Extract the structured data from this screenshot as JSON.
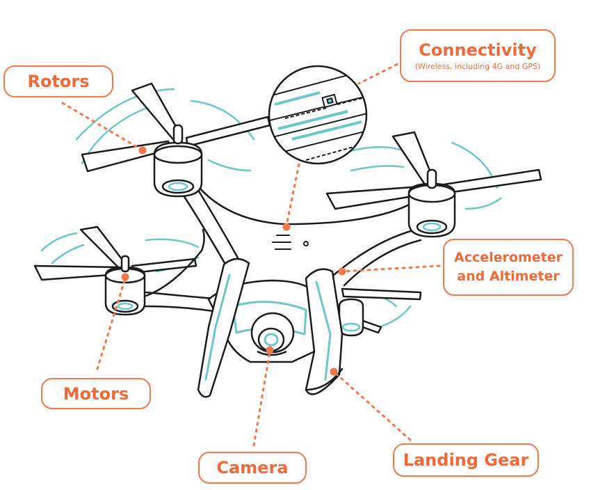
{
  "labels": {
    "rotors": "Rotors",
    "connectivity": "Connectivity",
    "connectivity_sub": "(Wireless, including 4G and GPS)",
    "accelerometer_line1": "Accelerometer",
    "accelerometer_line2": "and Altimeter",
    "motors": "Motors",
    "camera": "Camera",
    "landing_gear": "Landing Gear"
  },
  "colors": {
    "accent": "#f0784a",
    "line": "#1a1a1a",
    "teal": "#6cc7c9"
  }
}
